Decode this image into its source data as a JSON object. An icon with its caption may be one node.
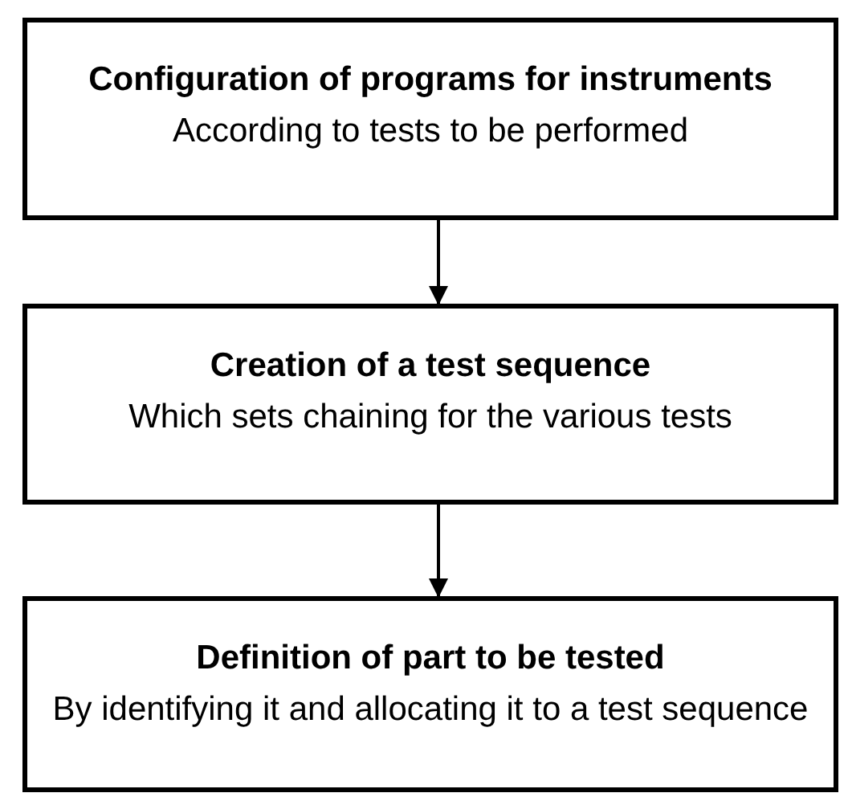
{
  "diagram": {
    "nodes": [
      {
        "text": [
          "Configuration of programs for instruments",
          "According to tests to be performed"
        ]
      },
      {
        "text": [
          "Creation of a test sequence",
          "Which sets chaining for the various tests"
        ]
      },
      {
        "text": [
          "Definition of part to be tested",
          "By identifying it and allocating it to a test sequence"
        ]
      }
    ],
    "edges": [
      {
        "from": 0,
        "to": 1,
        "arrow": "to"
      },
      {
        "from": 1,
        "to": 2,
        "arrow": "to"
      }
    ]
  }
}
